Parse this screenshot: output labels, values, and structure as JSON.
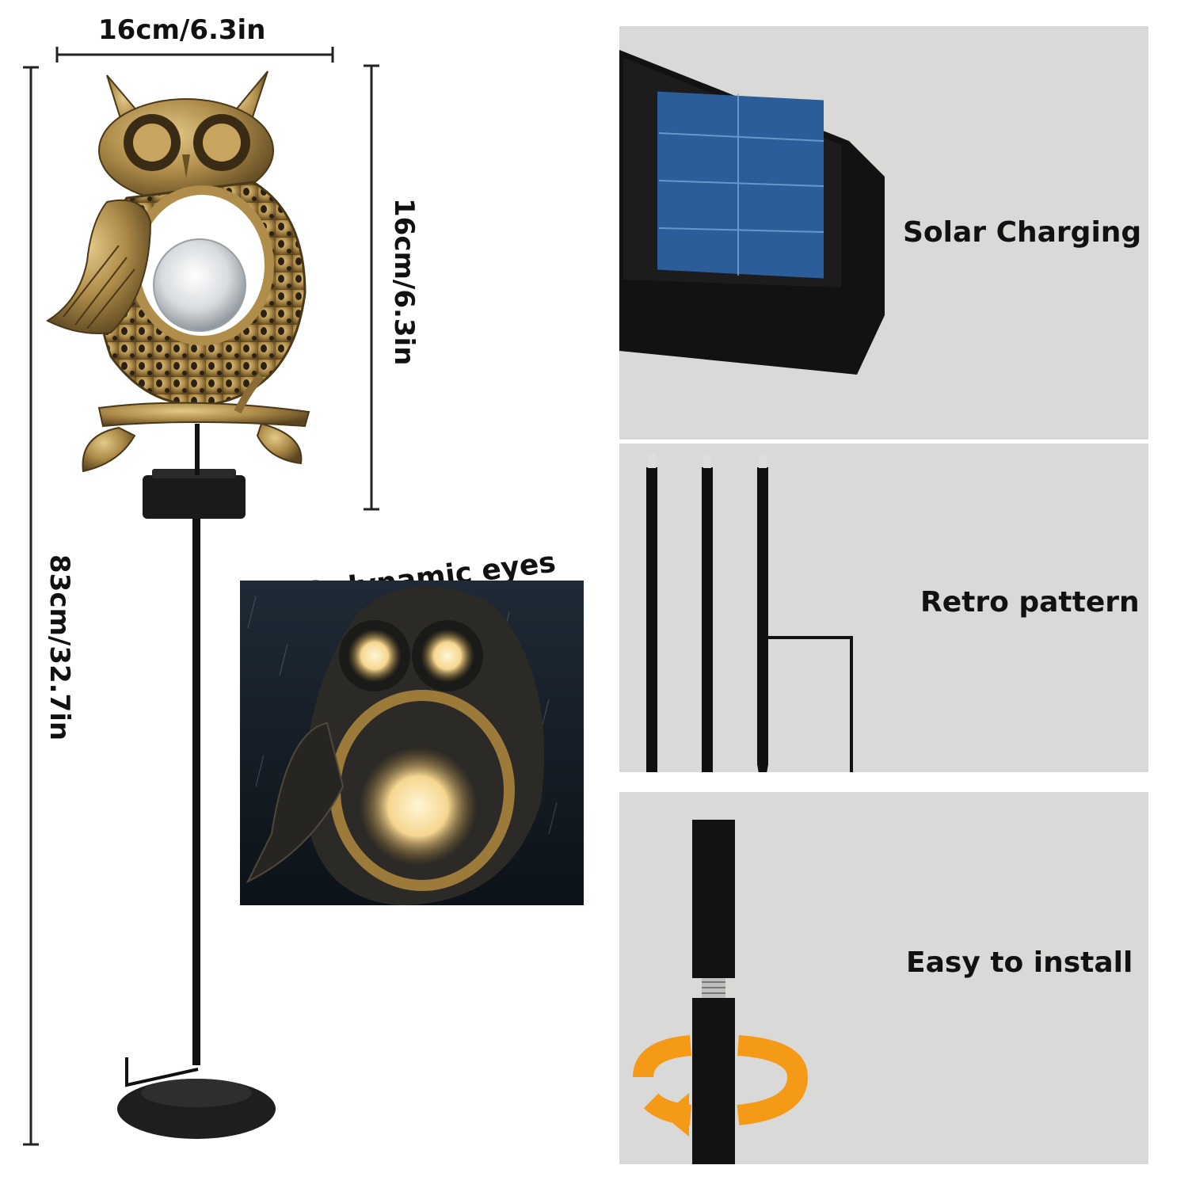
{
  "dimensions": {
    "width_label": "16cm/6.3in",
    "head_height_label": "16cm/6.3in",
    "total_height_label": "83cm/32.7in"
  },
  "inset": {
    "label": "LED dynamic eyes"
  },
  "features": [
    {
      "label": "Solar Charging",
      "icon": "solar-panel"
    },
    {
      "label": "Retro pattern",
      "icon": "stake-poles"
    },
    {
      "label": "Easy to install",
      "icon": "screw-pole-rotate"
    }
  ],
  "colors": {
    "bronze": "#b08d4a",
    "bronze_dark": "#5a4520",
    "panel_bg": "#d9d9d7",
    "arrow_orange": "#f59a17",
    "solar_blue": "#2a5d99"
  }
}
